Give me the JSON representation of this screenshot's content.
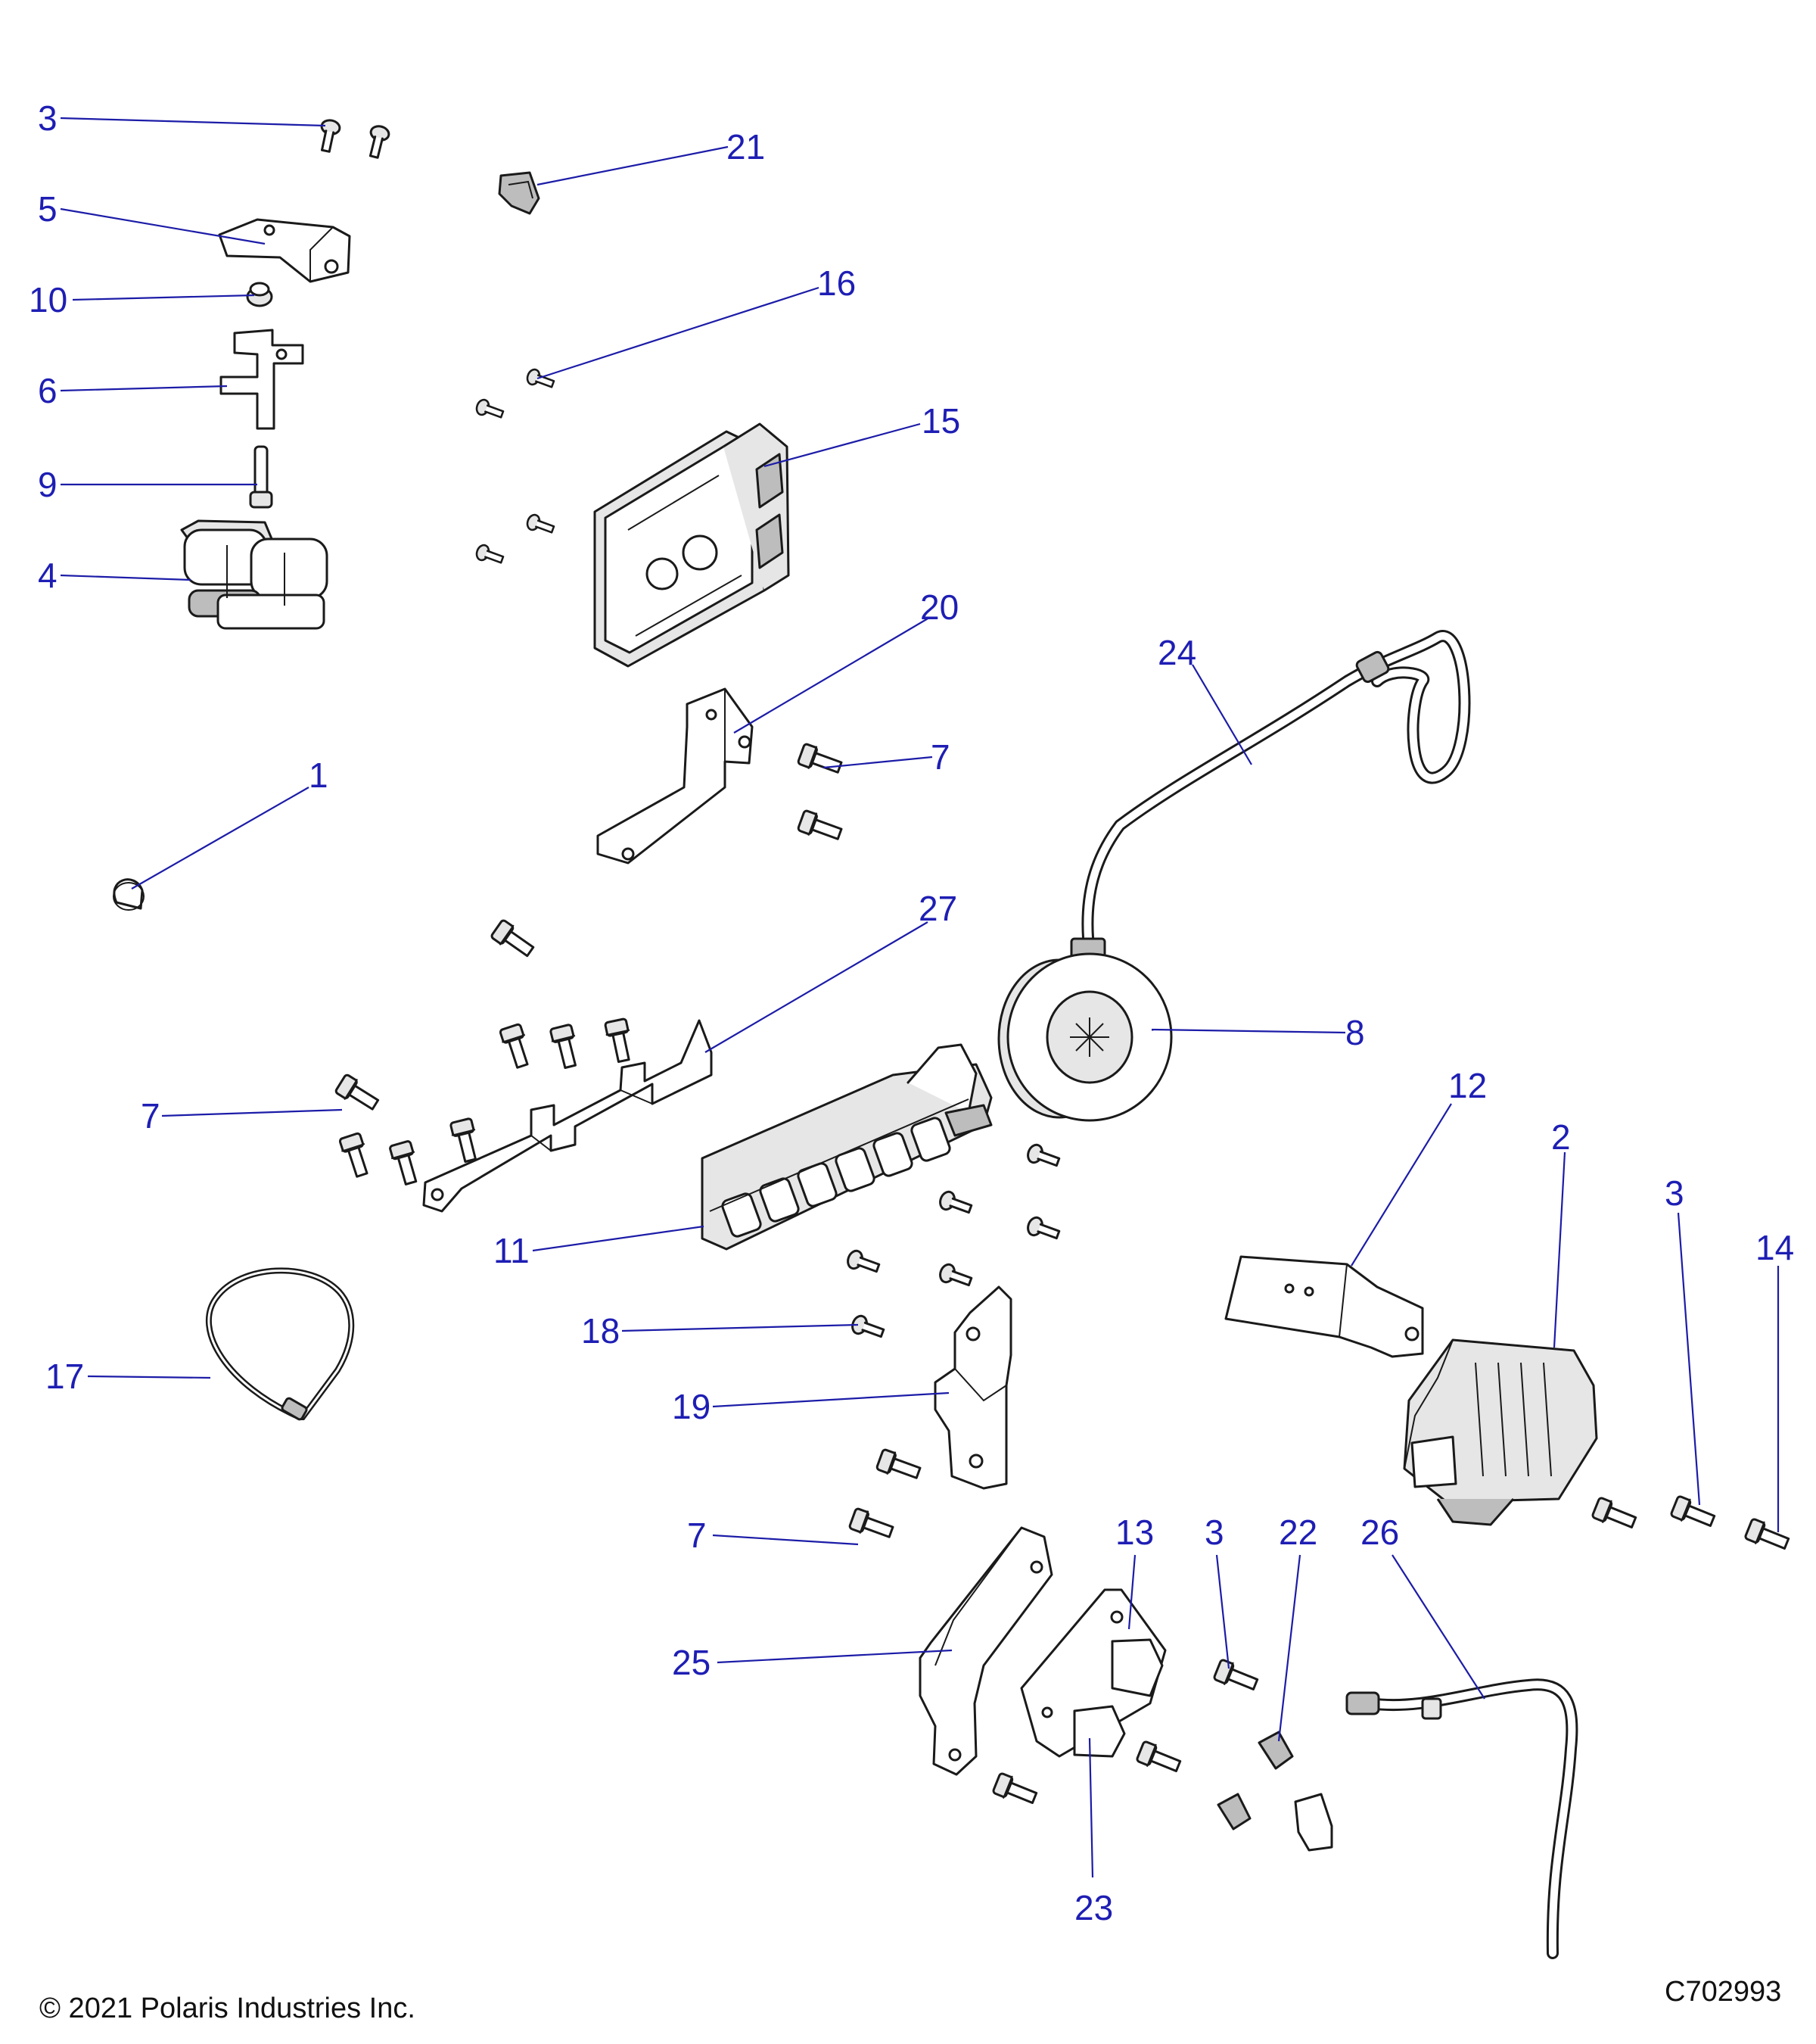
{
  "footer": {
    "copyright": "© 2021 Polaris Industries Inc.",
    "drawing_code": "C702993"
  },
  "callouts": {
    "c1": "1",
    "c2": "2",
    "c3a": "3",
    "c3b": "3",
    "c3c": "3",
    "c4": "4",
    "c5": "5",
    "c6": "6",
    "c7a": "7",
    "c7b": "7",
    "c7c": "7",
    "c8": "8",
    "c9": "9",
    "c10": "10",
    "c11": "11",
    "c12": "12",
    "c13": "13",
    "c14": "14",
    "c15": "15",
    "c16": "16",
    "c17": "17",
    "c18": "18",
    "c19": "19",
    "c20": "20",
    "c21": "21",
    "c22": "22",
    "c23": "23",
    "c24": "24",
    "c25": "25",
    "c26": "26",
    "c27": "27"
  }
}
